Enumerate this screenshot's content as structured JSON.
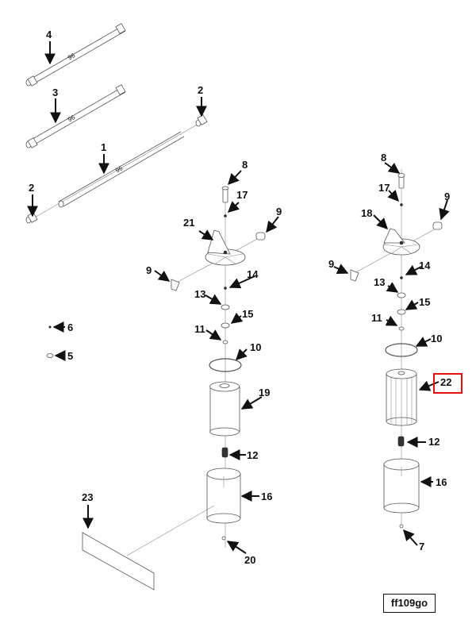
{
  "diagram": {
    "title": "Fuel filter assembly exploded view",
    "reference_code": "ff109go",
    "highlight": {
      "callout": "22",
      "color": "#e01010"
    },
    "tube_marking": "96",
    "callouts": {
      "c4": "4",
      "c3": "3",
      "c2a": "2",
      "c1": "1",
      "c2b": "2",
      "l8": "8",
      "l17": "17",
      "l21": "21",
      "l9a": "9",
      "l9b": "9",
      "l14": "14",
      "l13": "13",
      "l15": "15",
      "l11": "11",
      "l10": "10",
      "l19": "19",
      "l12": "12",
      "l16": "16",
      "l20": "20",
      "r8": "8",
      "r17": "17",
      "r18": "18",
      "r9a": "9",
      "r9b": "9",
      "r14": "14",
      "r13": "13",
      "r15": "15",
      "r11": "11",
      "r10": "10",
      "r22": "22",
      "r12": "12",
      "r16": "16",
      "r7": "7",
      "c6": "6",
      "c5": "5",
      "c23": "23"
    }
  }
}
